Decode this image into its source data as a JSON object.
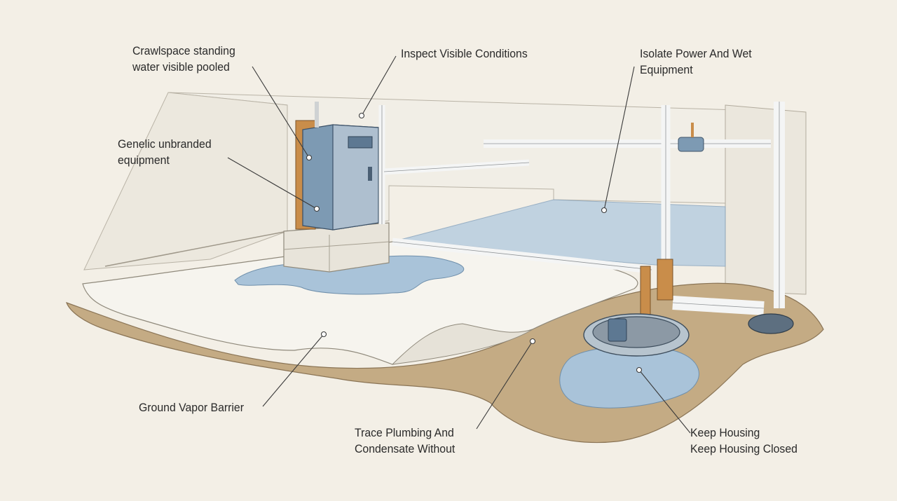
{
  "callouts": {
    "crawlspace_water": {
      "line1": "Crawlspace standing",
      "line2": "water visible pooled"
    },
    "inspect_conditions": {
      "line1": "Inspect Visible Conditions"
    },
    "isolate_power": {
      "line1": "Isolate Power And Wet",
      "line2": "Equipment"
    },
    "generic_equipment": {
      "line1": "Genelic unbranded",
      "line2": "equipment"
    },
    "vapor_barrier": {
      "line1": "Ground Vapor Barrier"
    },
    "trace_plumbing": {
      "line1": "Trace Plumbing And",
      "line2": "Condensate Without"
    },
    "keep_housing": {
      "line1": "Keep Housing",
      "line2": "Keep Housing Closed"
    }
  },
  "colors": {
    "background": "#f3efe6",
    "water": "#a9c3d9",
    "cabinet": "#7d9ab3",
    "soil": "#b59a72",
    "copper": "#c98d4a",
    "pipe": "#f4f5f5"
  }
}
